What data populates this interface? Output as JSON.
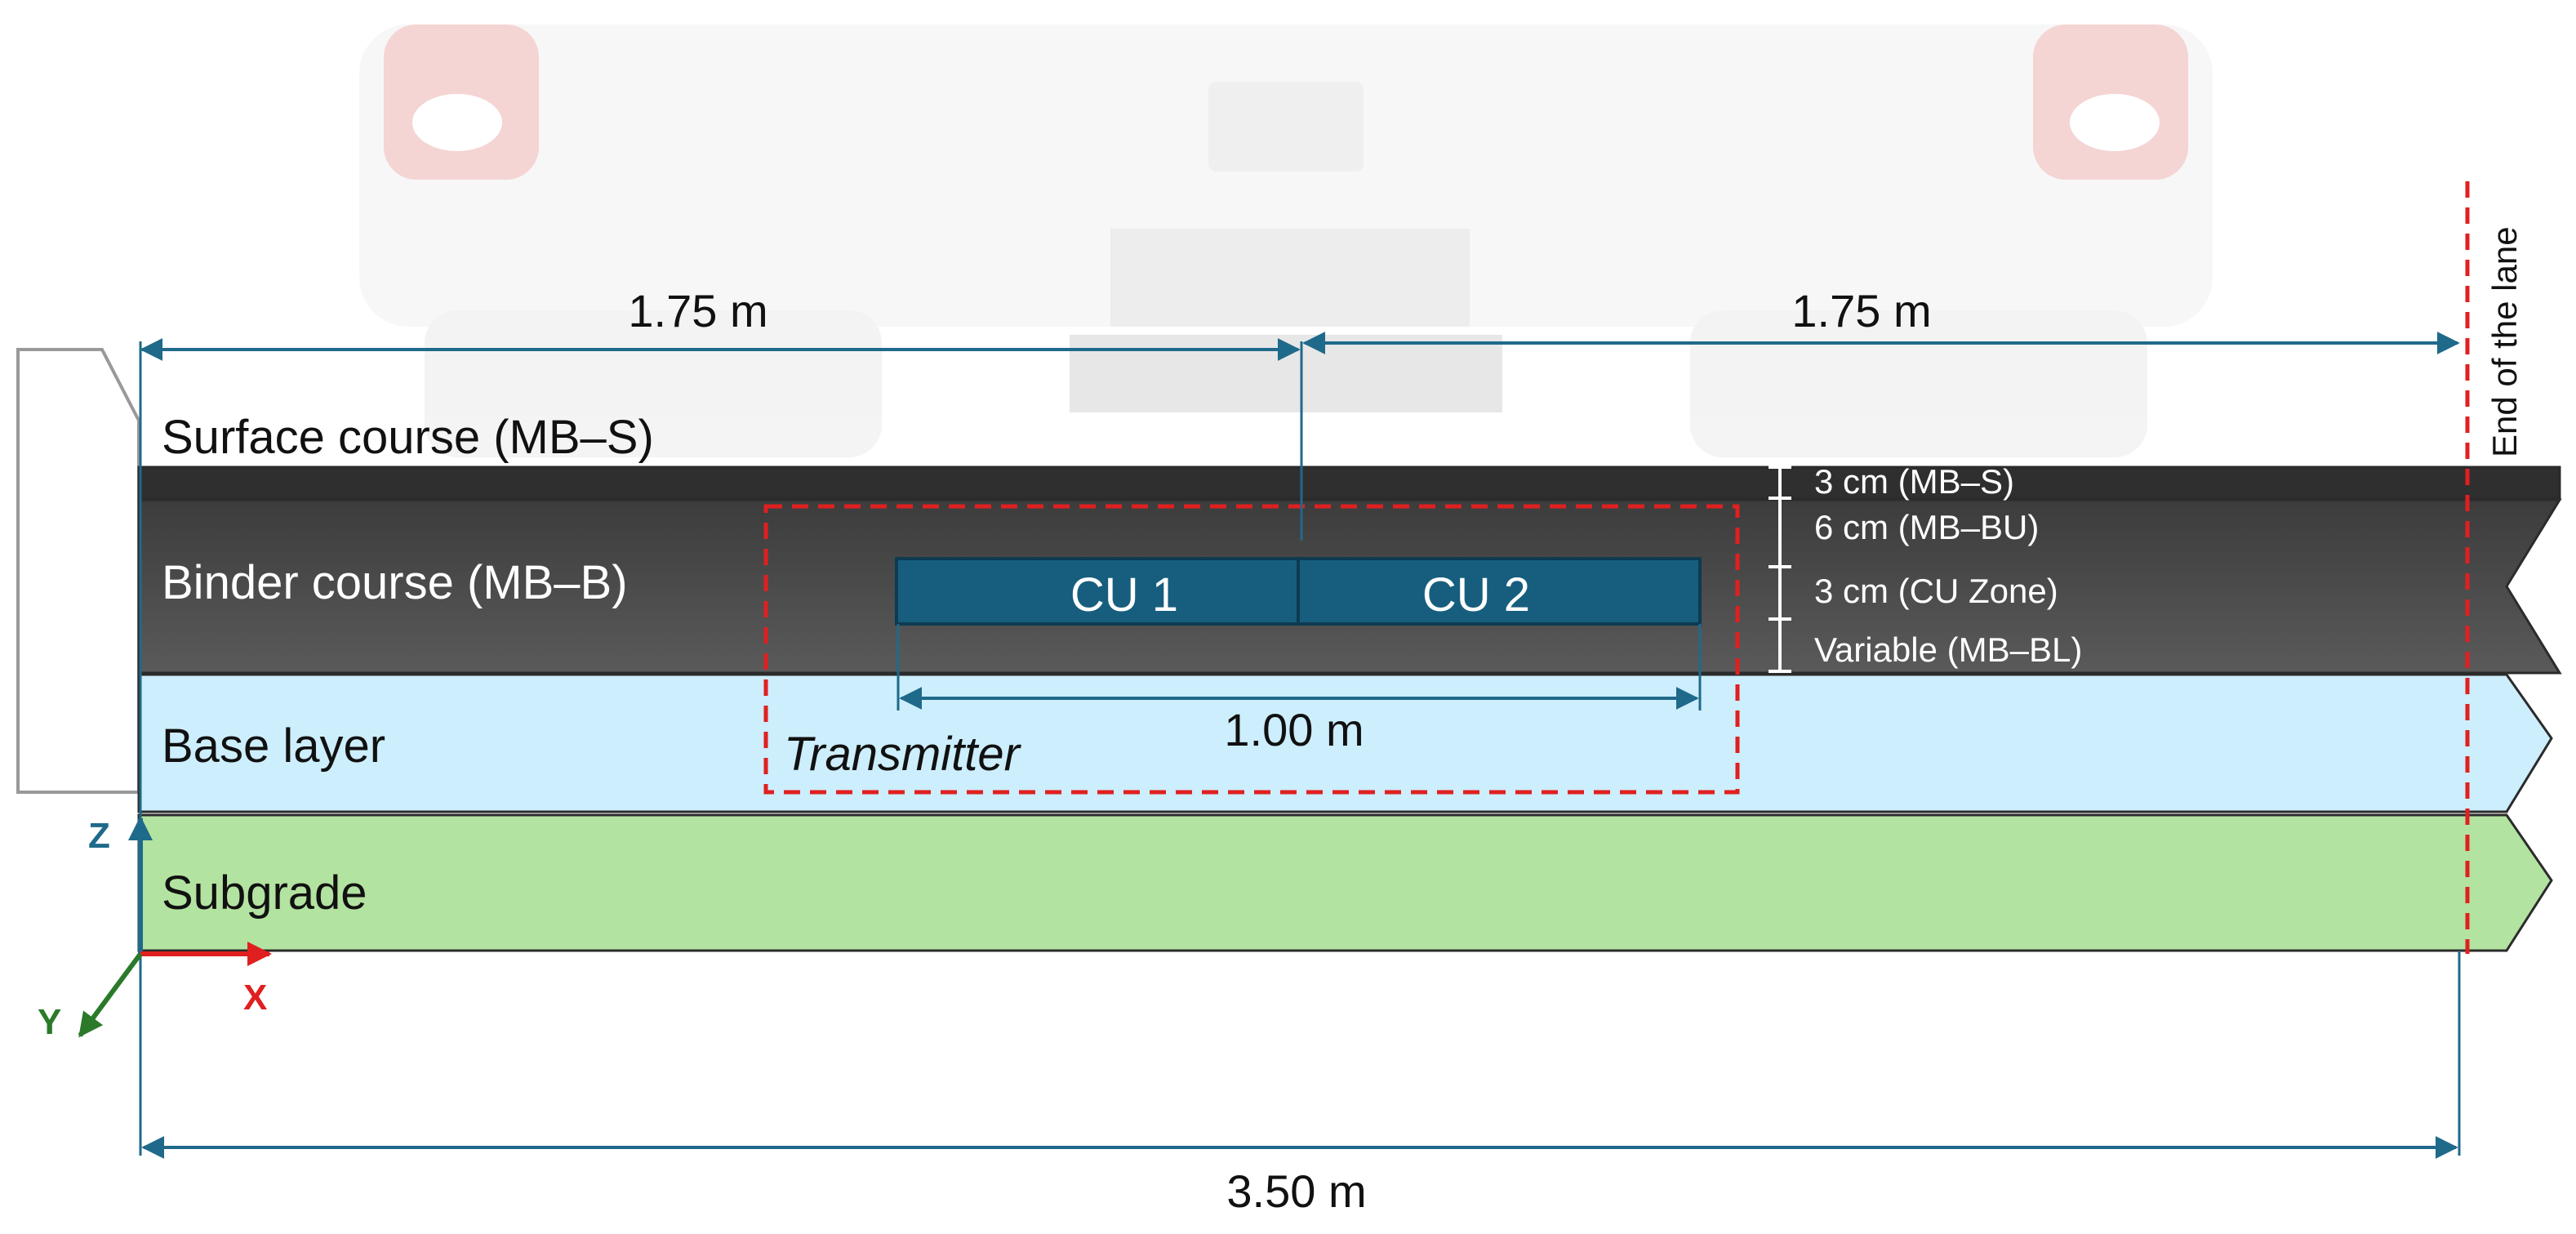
{
  "diagram": {
    "layers": [
      {
        "id": "surface",
        "label": "Surface course (MB–S)",
        "color": "#2f2f2f"
      },
      {
        "id": "binder",
        "label": "Binder course (MB–B)",
        "color": "#4a4a4a"
      },
      {
        "id": "base",
        "label": "Base layer",
        "color": "#cdeefc"
      },
      {
        "id": "subgrade",
        "label": "Subgrade",
        "color": "#b3e3a0"
      }
    ],
    "dimensions": {
      "left_half": "1.75 m",
      "right_half": "1.75 m",
      "total": "3.50 m",
      "cu_length": "1.00 m"
    },
    "thickness_labels": [
      "3 cm (MB–S)",
      "6 cm (MB–BU)",
      "3 cm (CU Zone)",
      "Variable (MB–BL)"
    ],
    "cu_units": [
      {
        "label": "CU 1"
      },
      {
        "label": "CU 2"
      }
    ],
    "cu_color": "#175e7e",
    "transmitter_label": "Transmitter",
    "end_of_lane_label": "End of the lane",
    "axes": {
      "z": "Z",
      "x": "X",
      "y": "Y"
    },
    "colors": {
      "dimension_line": "#1f6a8a",
      "dashed_red": "#e02020",
      "axis_z": "#1f6a8a",
      "axis_x": "#e02020",
      "axis_y": "#2a7a2a"
    }
  }
}
